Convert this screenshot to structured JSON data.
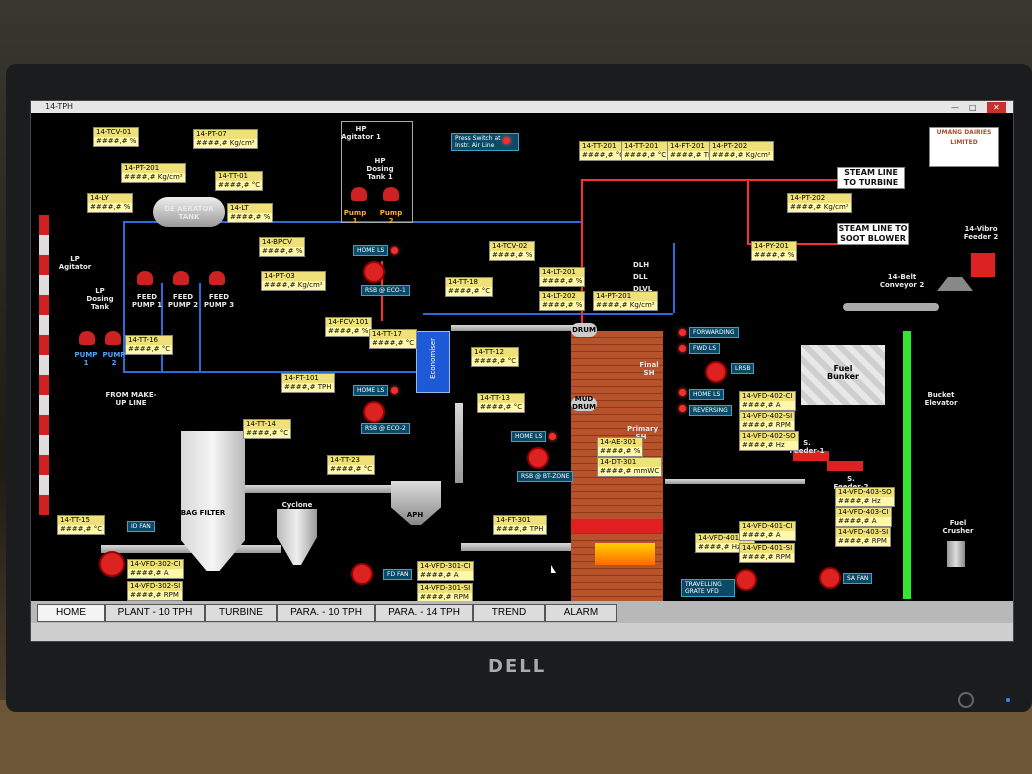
{
  "window": {
    "title": "14-TPH"
  },
  "logo": {
    "text": "UMANG DAIRIES LIMITED"
  },
  "monitor": {
    "brand": "DELL"
  },
  "nav": [
    {
      "label": "HOME"
    },
    {
      "label": "PLANT - 10 TPH"
    },
    {
      "label": "TURBINE"
    },
    {
      "label": "PARA. - 10 TPH"
    },
    {
      "label": "PARA. - 14 TPH"
    },
    {
      "label": "TREND"
    },
    {
      "label": "ALARM"
    }
  ],
  "tags": [
    {
      "name": "14-TCV-01",
      "value": "####,# %"
    },
    {
      "name": "14-PT-07",
      "value": "####,# Kg/cm²"
    },
    {
      "name": "14-PT-201",
      "value": "####,# Kg/cm²"
    },
    {
      "name": "14-TT-01",
      "value": "####,# °C"
    },
    {
      "name": "14-LY",
      "value": "####,# %"
    },
    {
      "name": "14-LT",
      "value": "####,# %"
    },
    {
      "name": "14-BPCV",
      "value": "####,# %"
    },
    {
      "name": "14-PT-03",
      "value": "####,# Kg/cm²"
    },
    {
      "name": "14-TT-16",
      "value": "####,# °C"
    },
    {
      "name": "14-FCV-101",
      "value": "####,# %"
    },
    {
      "name": "14-TT-17",
      "value": "####,# °C"
    },
    {
      "name": "14-FT-101",
      "value": "####,# TPH"
    },
    {
      "name": "14-TCV-02",
      "value": "####,# %"
    },
    {
      "name": "14-TT-18",
      "value": "####,# °C"
    },
    {
      "name": "14-LT-201",
      "value": "####,# %"
    },
    {
      "name": "14-LT-202",
      "value": "####,# %"
    },
    {
      "name": "14-PT-201",
      "value": "####,# Kg/cm²"
    },
    {
      "name": "14-TT-12",
      "value": "####,# °C"
    },
    {
      "name": "14-TT-13",
      "value": "####,# °C"
    },
    {
      "name": "14-TT-201",
      "value": "####,# °C"
    },
    {
      "name": "14-TT-201",
      "value": "####,# °C"
    },
    {
      "name": "14-FT-201",
      "value": "####,# TPH"
    },
    {
      "name": "14-PT-202",
      "value": "####,# Kg/cm²"
    },
    {
      "name": "14-PT-202",
      "value": "####,# Kg/cm²"
    },
    {
      "name": "14-PY-201",
      "value": "####,# %"
    },
    {
      "name": "14-TT-14",
      "value": "####,# °C"
    },
    {
      "name": "14-TT-23",
      "value": "####,# °C"
    },
    {
      "name": "14-AE-301",
      "value": "####,# %"
    },
    {
      "name": "14-DT-301",
      "value": "####,# mmWC"
    },
    {
      "name": "14-FT-301",
      "value": "####,# TPH"
    },
    {
      "name": "14-TT-15",
      "value": "####,# °C"
    },
    {
      "name": "14-VFD-302-CI",
      "value": "####,# A"
    },
    {
      "name": "14-VFD-302-SI",
      "value": "####,# RPM"
    },
    {
      "name": "14-VFD-301-CI",
      "value": "####,# A"
    },
    {
      "name": "14-VFD-301-SI",
      "value": "####,# RPM"
    },
    {
      "name": "14-VFD-401-SO",
      "value": "####,# Hz"
    },
    {
      "name": "14-VFD-401-CI",
      "value": "####,# A"
    },
    {
      "name": "14-VFD-401-SI",
      "value": "####,# RPM"
    },
    {
      "name": "14-VFD-402-CI",
      "value": "####,# A"
    },
    {
      "name": "14-VFD-402-SI",
      "value": "####,# RPM"
    },
    {
      "name": "14-VFD-402-SO",
      "value": "####,# Hz"
    },
    {
      "name": "14-VFD-403-SO",
      "value": "####,# Hz"
    },
    {
      "name": "14-VFD-403-CI",
      "value": "####,# A"
    },
    {
      "name": "14-VFD-403-SI",
      "value": "####,# RPM"
    }
  ],
  "labels": {
    "deaerator": "DE AERATOR TANK",
    "hp_agitator": "HP Agitator 1",
    "hp_dosing": "HP Dosing Tank 1",
    "pump1": "Pump 1",
    "pump2": "Pump 2",
    "press_switch": "Press Switch at Instr. Air Line",
    "lp_agitator": "LP Agitator",
    "lp_dosing": "LP Dosing Tank",
    "feed_pump1": "FEED PUMP 1",
    "feed_pump2": "FEED PUMP 2",
    "feed_pump3": "FEED PUMP 3",
    "pump1_lp": "PUMP 1",
    "pump2_lp": "PUMP 2",
    "makeup": "FROM MAKE-UP LINE",
    "home_ls": "HOME LS",
    "rsb_eco1": "RSB @ ECO-1",
    "rsb_eco2": "RSB @ ECO-2",
    "economiser": "Economiser",
    "drum": "DRUM",
    "mud_drum": "MUD DRUM",
    "dlh": "DLH",
    "dll": "DLL",
    "dlvl": "DLVL",
    "final_sh": "Final SH",
    "primary_sh": "Primary SH",
    "forwarding": "FORWARDING",
    "fwd_ls": "FWD LS",
    "lrsb": "LRSB",
    "reversing": "REVERSING",
    "rsb_bt": "RSB @ BT-ZONE",
    "steam_turbine": "STEAM LINE TO TURBINE",
    "steam_soot": "STEAM LINE TO SOOT BLOWER",
    "vibro": "14-Vibro Feeder 2",
    "belt": "14-Belt Conveyor 2",
    "fuel_bunker": "Fuel Bunker",
    "bucket_elevator": "Bucket Elevator",
    "s_feeder1": "S. Feeder-1",
    "s_feeder2": "S. Feeder-2",
    "fuel_crusher": "Fuel Crusher",
    "bag_filter": "BAG FILTER",
    "cyclone": "Cyclone",
    "aph": "APH",
    "id_fan": "ID FAN",
    "fd_fan": "FD FAN",
    "sa_fan": "SA FAN",
    "travelling_grate": "TRAVELLING GRATE VFD"
  }
}
